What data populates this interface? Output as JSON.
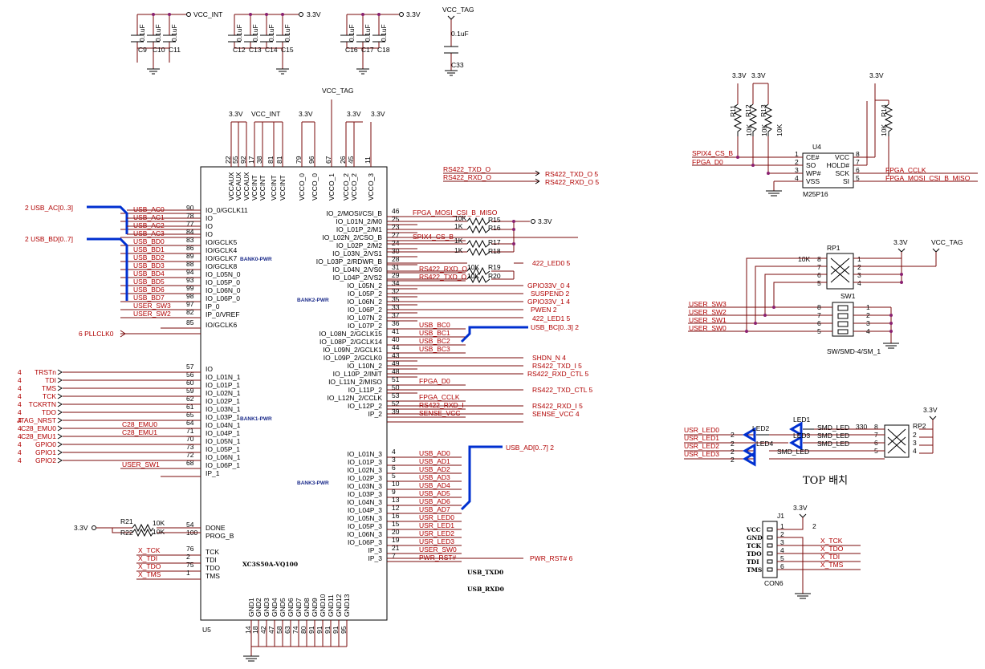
{
  "rails": {
    "vcc_int": "VCC_INT",
    "v33": "3.3V",
    "vcc_tag": "VCC_TAG"
  },
  "caps_top": {
    "g1": [
      "C9",
      "C10",
      "C11"
    ],
    "g2": [
      "C12",
      "C13",
      "C14",
      "C15"
    ],
    "g3": [
      "C16",
      "C17",
      "C18"
    ],
    "value": "0.1uF",
    "c33": "C33",
    "c33_value": "0.1uF"
  },
  "fpga": {
    "part": "XC3S50A-VQ100",
    "ref": "U5",
    "bank0": "BANK0-PWR",
    "bank1": "BANK1-PWR",
    "bank2": "BANK2-PWR",
    "bank3": "BANK3-PWR",
    "top_pins": [
      {
        "name": "VCCAUX",
        "num": "22"
      },
      {
        "name": "VCCAUX",
        "num": "55"
      },
      {
        "name": "VCCAUX",
        "num": "92"
      },
      {
        "name": "VCCINT",
        "num": "17"
      },
      {
        "name": "VCCINT",
        "num": "38"
      },
      {
        "name": "VCCINT",
        "num": "81"
      },
      {
        "name": "VCCINT",
        "num": "81"
      },
      {
        "name": "VCCO_0",
        "num": "79"
      },
      {
        "name": "VCCO_0",
        "num": "96"
      },
      {
        "name": "VCCO_1",
        "num": "67"
      },
      {
        "name": "VCCO_2",
        "num": "26"
      },
      {
        "name": "VCCO_2",
        "num": "45"
      },
      {
        "name": "VCCO_3",
        "num": "11"
      }
    ],
    "gnd_pins": [
      {
        "name": "GND1",
        "num": "14"
      },
      {
        "name": "GND2",
        "num": "18"
      },
      {
        "name": "GND3",
        "num": "42"
      },
      {
        "name": "GND4",
        "num": "47"
      },
      {
        "name": "GND5",
        "num": "58"
      },
      {
        "name": "GND6",
        "num": "63"
      },
      {
        "name": "GND7",
        "num": "74"
      },
      {
        "name": "GND8",
        "num": "80"
      },
      {
        "name": "GND9",
        "num": "91"
      },
      {
        "name": "GND10",
        "num": "91"
      },
      {
        "name": "GND11",
        "num": "91"
      },
      {
        "name": "GND12",
        "num": "91"
      },
      {
        "name": "GND13",
        "num": "95"
      }
    ],
    "left_pins": [
      {
        "net": "USB_AC0",
        "num": "90",
        "pin": "IO_0/GCLK11"
      },
      {
        "net": "USB_AC1",
        "num": "78",
        "pin": "IO"
      },
      {
        "net": "USB_AC2",
        "num": "77",
        "pin": "IO"
      },
      {
        "net": "USB_AC3",
        "num": "84",
        "pin": "IO"
      },
      {
        "net": "USB_BD0",
        "num": "83",
        "pin": "IO/GCLK5"
      },
      {
        "net": "USB_BD1",
        "num": "86",
        "pin": "IO/GCLK4"
      },
      {
        "net": "USB_BD2",
        "num": "89",
        "pin": "IO/GCLK7"
      },
      {
        "net": "USB_BD3",
        "num": "88",
        "pin": "IO/GCLK8"
      },
      {
        "net": "USB_BD4",
        "num": "94",
        "pin": "IO_L05N_0"
      },
      {
        "net": "USB_BD5",
        "num": "93",
        "pin": "IO_L05P_0"
      },
      {
        "net": "USB_BD6",
        "num": "99",
        "pin": "IO_L06N_0"
      },
      {
        "net": "USB_BD7",
        "num": "98",
        "pin": "IO_L06P_0"
      },
      {
        "net": "USER_SW3",
        "num": "97",
        "pin": "IP_0"
      },
      {
        "net": "USER_SW2",
        "num": "82",
        "pin": "IP_0/VREF"
      },
      {
        "net": "",
        "num": "85",
        "pin": "IO/GCLK6"
      },
      {
        "net": "",
        "num": "57",
        "pin": "IO"
      },
      {
        "net": "",
        "num": "56",
        "pin": "IO_L01N_1"
      },
      {
        "net": "",
        "num": "60",
        "pin": "IO_L01P_1"
      },
      {
        "net": "",
        "num": "59",
        "pin": "IO_L02N_1"
      },
      {
        "net": "",
        "num": "62",
        "pin": "IO_L02P_1"
      },
      {
        "net": "",
        "num": "61",
        "pin": "IO_L03N_1"
      },
      {
        "net": "",
        "num": "65",
        "pin": "IO_L03P_1"
      },
      {
        "net": "C28_EMU0",
        "num": "64",
        "pin": "IO_L04N_1"
      },
      {
        "net": "C28_EMU1",
        "num": "71",
        "pin": "IO_L04P_1"
      },
      {
        "net": "",
        "num": "70",
        "pin": "IO_L05N_1"
      },
      {
        "net": "",
        "num": "73",
        "pin": "IO_L05P_1"
      },
      {
        "net": "",
        "num": "72",
        "pin": "IO_L06N_1"
      },
      {
        "net": "USER_SW1",
        "num": "68",
        "pin": "IO_L06P_1"
      },
      {
        "net": "",
        "num": "",
        "pin": "IP_1"
      }
    ],
    "right_pins": [
      {
        "pin": "IO_2/MOSI/CSI_B",
        "num": "46",
        "net": "FPGA_MOSI_CSI_B_MISO"
      },
      {
        "pin": "IO_L01N_2/M0",
        "num": "25",
        "net": ""
      },
      {
        "pin": "IO_L01P_2/M1",
        "num": "23",
        "net": ""
      },
      {
        "pin": "IO_L02N_2/CSO_B",
        "num": "27",
        "net": "SPIX4_CS_B"
      },
      {
        "pin": "IO_L02P_2/M2",
        "num": "24",
        "net": ""
      },
      {
        "pin": "IO_L03N_2/VS1",
        "num": "30",
        "net": ""
      },
      {
        "pin": "IO_L03P_2/RDWR_B",
        "num": "28",
        "net": ""
      },
      {
        "pin": "IO_L04N_2/VS0",
        "num": "31",
        "net": "RS422_RXD_O"
      },
      {
        "pin": "IO_L04P_2/VS2",
        "num": "29",
        "net": "RS422_TXD_O"
      },
      {
        "pin": "IO_L05N_2",
        "num": "34",
        "net": ""
      },
      {
        "pin": "IO_L05P_2",
        "num": "32",
        "net": ""
      },
      {
        "pin": "IO_L06N_2",
        "num": "35",
        "net": ""
      },
      {
        "pin": "IO_L06P_2",
        "num": "33",
        "net": ""
      },
      {
        "pin": "IO_L07N_2",
        "num": "37",
        "net": ""
      },
      {
        "pin": "IO_L07P_2",
        "num": "36",
        "net": "USB_BC0"
      },
      {
        "pin": "IO_L08N_2/GCLK15",
        "num": "41",
        "net": "USB_BC1"
      },
      {
        "pin": "IO_L08P_2/GCLK14",
        "num": "40",
        "net": "USB_BC2"
      },
      {
        "pin": "IO_L09N_2/GCLK1",
        "num": "44",
        "net": "USB_BC3"
      },
      {
        "pin": "IO_L09P_2/GCLK0",
        "num": "43",
        "net": ""
      },
      {
        "pin": "IO_L10N_2",
        "num": "49",
        "net": ""
      },
      {
        "pin": "IO_L10P_2/INIT",
        "num": "48",
        "net": ""
      },
      {
        "pin": "IO_L11N_2/MISO",
        "num": "51",
        "net": "FPGA_D0"
      },
      {
        "pin": "IO_L11P_2",
        "num": "50",
        "net": ""
      },
      {
        "pin": "IO_L12N_2/CCLK",
        "num": "53",
        "net": "FPGA_CCLK"
      },
      {
        "pin": "IO_L12P_2",
        "num": "52",
        "net": "RS422_RXD_I"
      },
      {
        "pin": "IP_2",
        "num": "39",
        "net": "SENSE_VCC"
      }
    ],
    "bank3_pins": [
      {
        "pin": "IO_L01N_3",
        "num": "4",
        "net": "USB_AD0"
      },
      {
        "pin": "IO_L01P_3",
        "num": "3",
        "net": "USB_AD1"
      },
      {
        "pin": "IO_L02N_3",
        "num": "6",
        "net": "USB_AD2"
      },
      {
        "pin": "IO_L02P_3",
        "num": "5",
        "net": "USB_AD3"
      },
      {
        "pin": "IO_L03N_3",
        "num": "10",
        "net": "USB_AD4"
      },
      {
        "pin": "IO_L03P_3",
        "num": "9",
        "net": "USB_AD5"
      },
      {
        "pin": "IO_L04N_3",
        "num": "13",
        "net": "USB_AD6"
      },
      {
        "pin": "IO_L04P_3",
        "num": "12",
        "net": "USB_AD7"
      },
      {
        "pin": "IO_L05N_3",
        "num": "16",
        "net": "USR_LED0"
      },
      {
        "pin": "IO_L05P_3",
        "num": "15",
        "net": "USR_LED1"
      },
      {
        "pin": "IO_L06N_3",
        "num": "20",
        "net": "USR_LED2"
      },
      {
        "pin": "IO_L06P_3",
        "num": "19",
        "net": "USR_LED3"
      },
      {
        "pin": "IP_3",
        "num": "21",
        "net": "USER_SW0"
      },
      {
        "pin": "IP_3",
        "num": "7",
        "net": "PWR_RST#"
      }
    ],
    "config_pins": [
      {
        "pin": "DONE",
        "num": "54"
      },
      {
        "pin": "PROG_B",
        "num": "100"
      },
      {
        "pin": "TCK",
        "num": "76"
      },
      {
        "pin": "TDI",
        "num": "2"
      },
      {
        "pin": "TDO",
        "num": "75"
      },
      {
        "pin": "TMS",
        "num": "1"
      }
    ],
    "config_nets": [
      "X_TCK",
      "X_TDI",
      "X_TDO",
      "X_TMS"
    ]
  },
  "ports_left": [
    {
      "label": "2  USB_AC[0..3]"
    },
    {
      "label": "2  USB_BD[0..7]"
    },
    {
      "label": "6  PLLCLK0"
    }
  ],
  "jtag_ports": [
    {
      "num": "4",
      "name": "TRSTn"
    },
    {
      "num": "4",
      "name": "TDI"
    },
    {
      "num": "4",
      "name": "TMS"
    },
    {
      "num": "4",
      "name": "TCK"
    },
    {
      "num": "4",
      "name": "TCKRTN"
    },
    {
      "num": "4",
      "name": "TDO"
    },
    {
      "num": "4",
      "name": "JTAG_NRST"
    },
    {
      "num": "4",
      "name": "C28_EMU0"
    },
    {
      "num": "4",
      "name": "C28_EMU1"
    },
    {
      "num": "4",
      "name": "GPIO0"
    },
    {
      "num": "4",
      "name": "GPIO1"
    },
    {
      "num": "4",
      "name": "GPIO2"
    }
  ],
  "right_ports": {
    "rs422_txd_o": "RS422_TXD_O  5",
    "rs422_rxd_o": "RS422_RXD_O  5",
    "led0": "422_LED0  5",
    "gpio33v0": "GPIO33V_0    4",
    "suspend": "SUSPEND  2",
    "gpio33v1": "GPIO33V_1  4",
    "pwen": "PWEN   2",
    "led1": "422_LED1  5",
    "usb_bc": "USB_BC[0..3]  2",
    "shdn": "SHDN_N  4",
    "txd_i": "RS422_TXD_I  5",
    "rxd_ctl": "RS422_RXD_CTL  5",
    "txd_ctl": "RS422_TXD_CTL  5",
    "rxd_i": "RS422_RXD_I  5",
    "sense": "SENSE_VCC  4",
    "usb_ad": "USB_AD[0..7]  2",
    "pwr_rst": "PWR_RST#  6",
    "usb_txd0": "USB_TXD0",
    "usb_rxd0": "USB_RXD0"
  },
  "resistors_mid": {
    "r15": "R15",
    "r16": "R16",
    "r17": "R17",
    "r18": "R18",
    "r19": "R19",
    "r20": "R20",
    "v10k": "10K",
    "v1k": "1K",
    "v10k_2": "10K"
  },
  "done_res": {
    "r21": "R21",
    "r22": "R22",
    "val": "10K",
    "rail": "3.3V"
  },
  "flash": {
    "ref": "U4",
    "part": "M25P16",
    "pins_l": [
      {
        "n": "1",
        "p": "CE#"
      },
      {
        "n": "2",
        "p": "SO"
      },
      {
        "n": "3",
        "p": "WP#"
      },
      {
        "n": "4",
        "p": "VSS"
      }
    ],
    "pins_r": [
      {
        "n": "8",
        "p": "VCC"
      },
      {
        "n": "7",
        "p": "HOLD#"
      },
      {
        "n": "6",
        "p": "SCK"
      },
      {
        "n": "5",
        "p": "SI"
      }
    ],
    "nets_l": [
      "SPIX4_CS_B",
      "FPGA_D0"
    ],
    "nets_r": [
      "FPGA_CCLK",
      "FPGA_MOSI_CSI_B_MISO"
    ],
    "res": [
      "R11",
      "R12",
      "R13",
      "R14"
    ],
    "res_val": "10K"
  },
  "switch": {
    "rp": "RP1",
    "rp_val": "10K",
    "sw": "SW1",
    "part": "SW/SMD-4/SM_1",
    "nets": [
      "USER_SW3",
      "USER_SW2",
      "USER_SW1",
      "USER_SW0"
    ]
  },
  "leds": {
    "led1": "LED1",
    "led2": "LED2",
    "led3": "LED3",
    "led4": "LED4",
    "smd": "SMD_LED",
    "rp2": "RP2",
    "val": "330",
    "nets": [
      "USR_LED0",
      "USR_LED1",
      "USR_LED2",
      "USR_LED3"
    ]
  },
  "top_note": "TOP  배치",
  "header": {
    "ref": "J1",
    "part": "CON6",
    "rail": "3.3V",
    "labels": [
      "VCC",
      "GND",
      "TCK",
      "TDO",
      "TDI",
      "TMS"
    ],
    "nets": [
      "X_TCK",
      "X_TDO",
      "X_TDI",
      "X_TMS"
    ],
    "extra": "2"
  }
}
